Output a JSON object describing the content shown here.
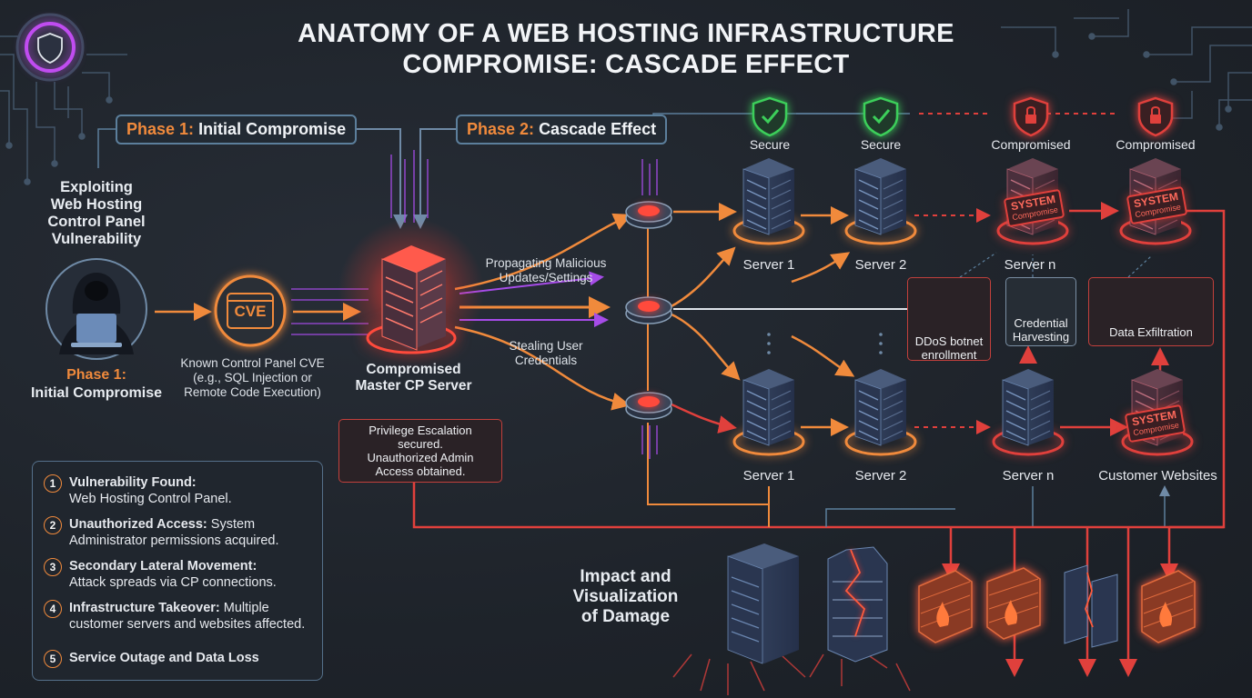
{
  "title": {
    "line1": "ANATOMY OF A WEB HOSTING INFRASTRUCTURE",
    "line2": "COMPROMISE: CASCADE EFFECT"
  },
  "phase1_box": {
    "prefix": "Phase 1:",
    "label": "Initial Compromise"
  },
  "phase2_box": {
    "prefix": "Phase 2:",
    "label": "Cascade Effect"
  },
  "left": {
    "exploit": {
      "l1": "Exploiting",
      "l2": "Web Hosting",
      "l3": "Control Panel",
      "l4": "Vulnerability"
    },
    "phase_caption": {
      "l1": "Phase 1:",
      "l2": "Initial Compromise"
    },
    "cve_badge": "CVE",
    "cve_caption": {
      "l1": "Known Control Panel CVE",
      "l2": "(e.g., SQL Injection or",
      "l3": "Remote Code Execution)"
    }
  },
  "master": {
    "caption": {
      "l1": "Compromised",
      "l2": "Master CP Server"
    },
    "privilege": {
      "l1": "Privilege Escalation secured.",
      "l2": "Unauthorized Admin",
      "l3": "Access obtained."
    }
  },
  "flows": {
    "propagating": {
      "l1": "Propagating Malicious",
      "l2": "Updates/Settings"
    },
    "stealing": {
      "l1": "Stealing User",
      "l2": "Credentials"
    }
  },
  "status": {
    "s1": "Secure",
    "s2": "Secure",
    "s3": "Compromised",
    "s4": "Compromised"
  },
  "servers": {
    "top": [
      "Server 1",
      "Server 2",
      "Server n",
      ""
    ],
    "bottom": [
      "Server 1",
      "Server 2",
      "Server n",
      "Customer Websites"
    ]
  },
  "system_badge": {
    "main": "SYSTEM",
    "sub": "Compromise"
  },
  "impact_boxes": {
    "ddos": {
      "l1": "DDoS botnet",
      "l2": "enrollment"
    },
    "cred": {
      "l1": "Credential",
      "l2": "Harvesting"
    },
    "exfil": "Data Exfiltration"
  },
  "impact_title": {
    "l1": "Impact and",
    "l2": "Visualization",
    "l3": "of Damage"
  },
  "legend": [
    {
      "n": "1",
      "head": "Vulnerability Found:",
      "body": "Web Hosting Control Panel."
    },
    {
      "n": "2",
      "head": "Unauthorized Access:",
      "body": "System Administrator permissions acquired."
    },
    {
      "n": "3",
      "head": "Secondary Lateral Movement:",
      "body": "Attack spreads via CP connections."
    },
    {
      "n": "4",
      "head": "Infrastructure Takeover:",
      "body": "Multiple customer servers and websites affected."
    },
    {
      "n": "5",
      "head": "Service Outage and Data Loss",
      "body": ""
    }
  ],
  "icons": [
    "shield-logo-icon",
    "hacker-icon",
    "cve-window-icon",
    "server-icon",
    "router-icon",
    "shield-check-icon",
    "shield-lock-icon",
    "botnet-icon",
    "credential-card-icon",
    "database-icon",
    "folder-icon",
    "firewall-fire-icon",
    "broken-server-icon"
  ],
  "colors": {
    "orange": "#f08a3c",
    "red": "#e0403c",
    "green": "#3ccf5a",
    "purple": "#a64ce8",
    "blue": "#5c7f9c"
  }
}
